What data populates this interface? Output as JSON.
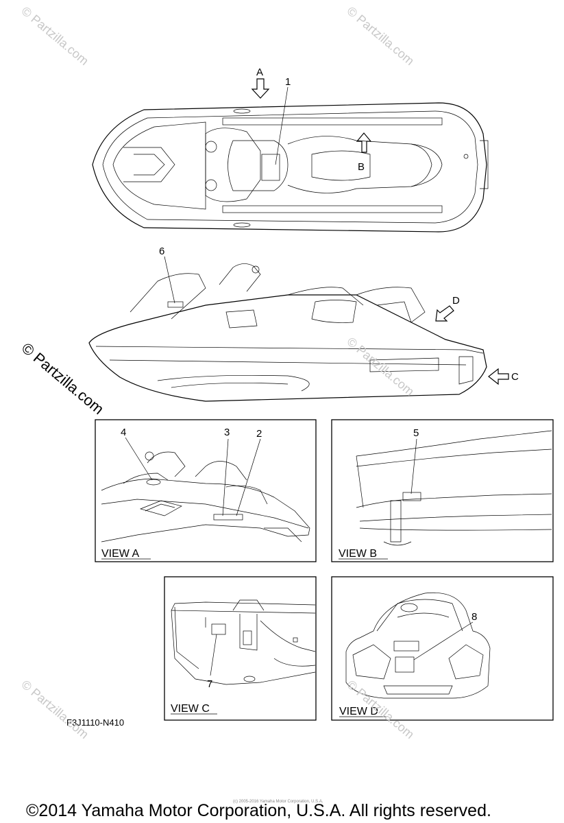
{
  "arrows": {
    "a": "A",
    "b": "B",
    "c": "C",
    "d": "D"
  },
  "callouts": {
    "n1": "1",
    "n2": "2",
    "n3": "3",
    "n4": "4",
    "n5": "5",
    "n6": "6",
    "n7": "7",
    "n8": "8"
  },
  "views": {
    "view_a": "VIEW A",
    "view_b": "VIEW B",
    "view_c": "VIEW C",
    "view_d": "VIEW D"
  },
  "diagram_code": "F3J1110-N410",
  "watermark": {
    "text": "© Partzilla.com",
    "side_text": "© Partzilla.com"
  },
  "footer": {
    "small_copyright": "(c) 2005-2016 Yamaha Motor Corporation, U.S.A.",
    "copyright": "©2014 Yamaha Motor Corporation, U.S.A. All rights reserved."
  }
}
